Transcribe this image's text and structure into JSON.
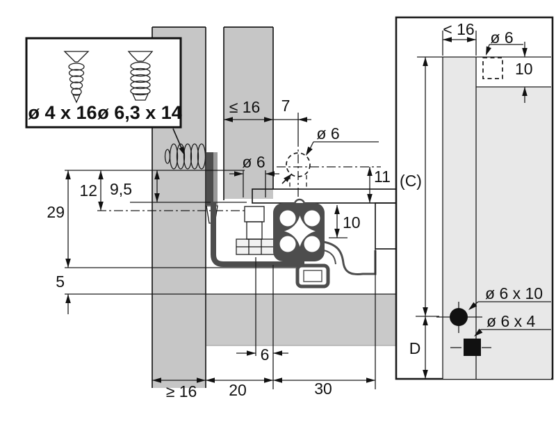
{
  "palette": {
    "line": "#1a1a1a",
    "panel_gray": "#c6c6c6",
    "band_gray": "#c9c9c9",
    "side_view_gray": "#e8e8e8",
    "mechanism_dark": "#4d4d4d",
    "pin_dark": "#5f5f5f",
    "pin_mid": "#8c8c8c",
    "background": "#ffffff"
  },
  "screw_box": {
    "screw_small_label": "ø 4 x 16",
    "screw_large_label": "ø 6,3 x 14"
  },
  "main_view": {
    "drawer_side_thickness": "≤ 16",
    "pin_offset": "7",
    "pin_diameter": "ø 6",
    "hole_diameter": "ø 6",
    "rail_height": "11",
    "runner_height": "10",
    "dim_12": "12",
    "dim_9_5": "9,5",
    "dim_29": "29",
    "dim_5": "5",
    "dim_6": "6",
    "front_thickness": "≥ 16",
    "dim_20": "20",
    "dim_30": "30"
  },
  "side_view": {
    "edge_distance": "< 16",
    "hole_diameter": "ø 6",
    "edge_strip_height": "10",
    "dim_c": "(C)",
    "dim_d": "D",
    "front_hole_label": "ø 6 x 10",
    "rear_hole_label": "ø 6 x 4"
  }
}
